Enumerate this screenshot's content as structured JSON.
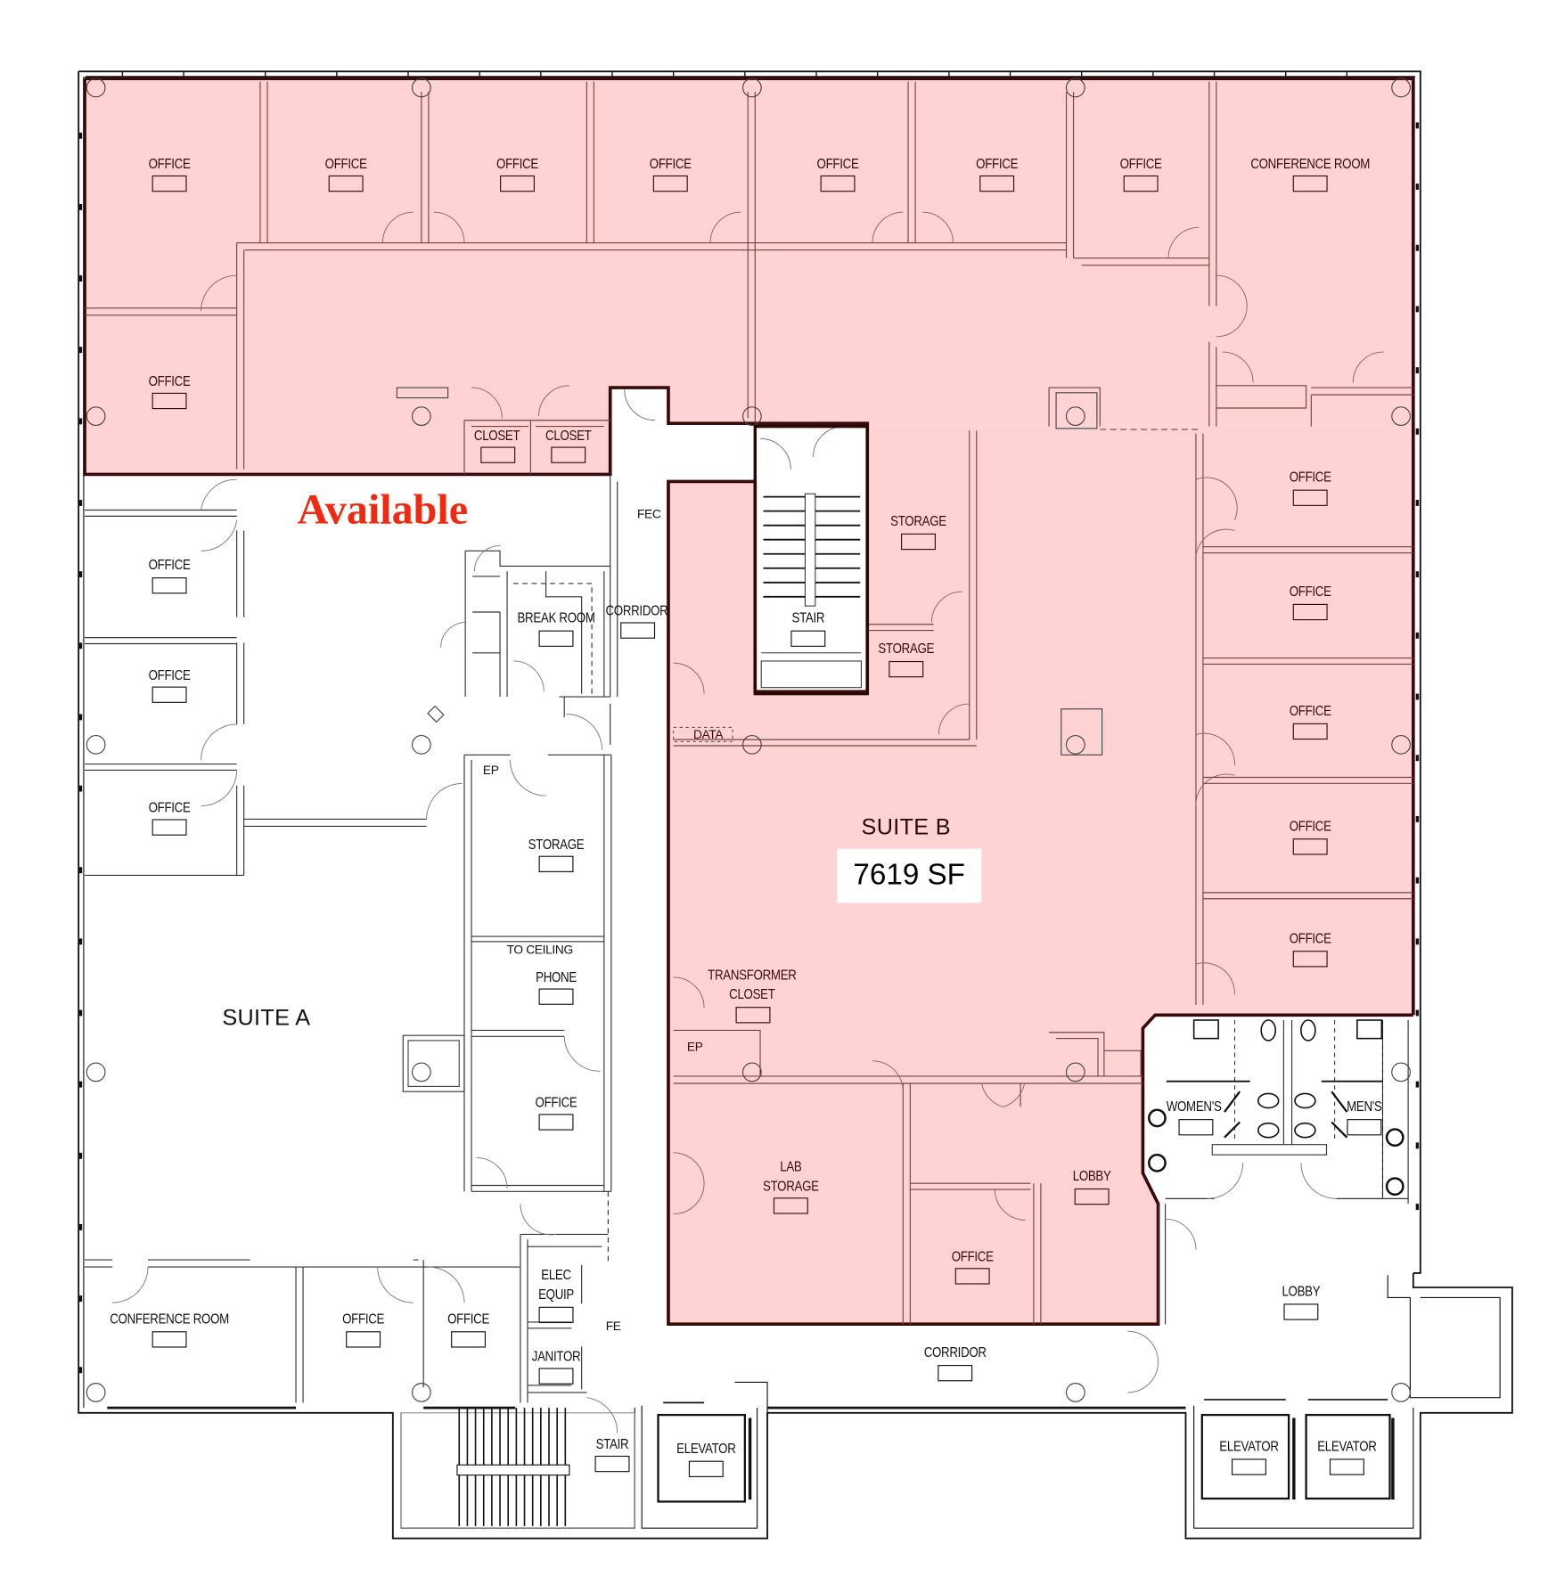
{
  "floor_plan": {
    "highlight_label": "Available",
    "colors": {
      "available_fill": "#FFD3D3",
      "available_border": "#3A0A0A",
      "available_text": "#F02A10",
      "wall": "#111111"
    },
    "suites": [
      {
        "name": "SUITE A",
        "status": "not highlighted"
      },
      {
        "name": "SUITE B",
        "area": "7619 SF",
        "status": "available"
      }
    ],
    "rooms": {
      "top_row": [
        "OFFICE",
        "OFFICE",
        "OFFICE",
        "OFFICE",
        "OFFICE",
        "OFFICE",
        "OFFICE",
        "CONFERENCE ROOM"
      ],
      "top_left_office": "OFFICE",
      "closets": [
        "CLOSET",
        "CLOSET"
      ],
      "suite_a_left_offices": [
        "OFFICE",
        "OFFICE",
        "OFFICE"
      ],
      "break_room": "BREAK ROOM",
      "corridor_north": "CORRIDOR",
      "fec": "FEC",
      "storage_a": "STORAGE",
      "stair_north": "STAIR",
      "storage_b": "STORAGE",
      "data": "DATA",
      "ep_north": "EP",
      "storage_mid": "STORAGE",
      "suite_b_label": "SUITE B",
      "suite_b_area": "7619 SF",
      "right_offices": [
        "OFFICE",
        "OFFICE",
        "OFFICE",
        "OFFICE",
        "OFFICE"
      ],
      "to_ceiling": "TO CEILING",
      "phone": "PHONE",
      "suite_a_label": "SUITE A",
      "transformer_line1": "TRANSFORMER",
      "transformer_line2": "CLOSET",
      "ep_south": "EP",
      "office_mid": "OFFICE",
      "womens": "WOMEN'S",
      "mens": "MEN'S",
      "lab_line1": "LAB",
      "lab_line2": "STORAGE",
      "lobby_b": "LOBBY",
      "office_b": "OFFICE",
      "elec_line1": "ELEC",
      "elec_line2": "EQUIP",
      "lobby_main": "LOBBY",
      "bottom_conference": "CONFERENCE ROOM",
      "bottom_offices": [
        "OFFICE",
        "OFFICE"
      ],
      "fe": "FE",
      "corridor_south": "CORRIDOR",
      "janitor": "JANITOR",
      "stair_south": "STAIR",
      "elevators": [
        "ELEVATOR",
        "ELEVATOR",
        "ELEVATOR"
      ]
    }
  }
}
